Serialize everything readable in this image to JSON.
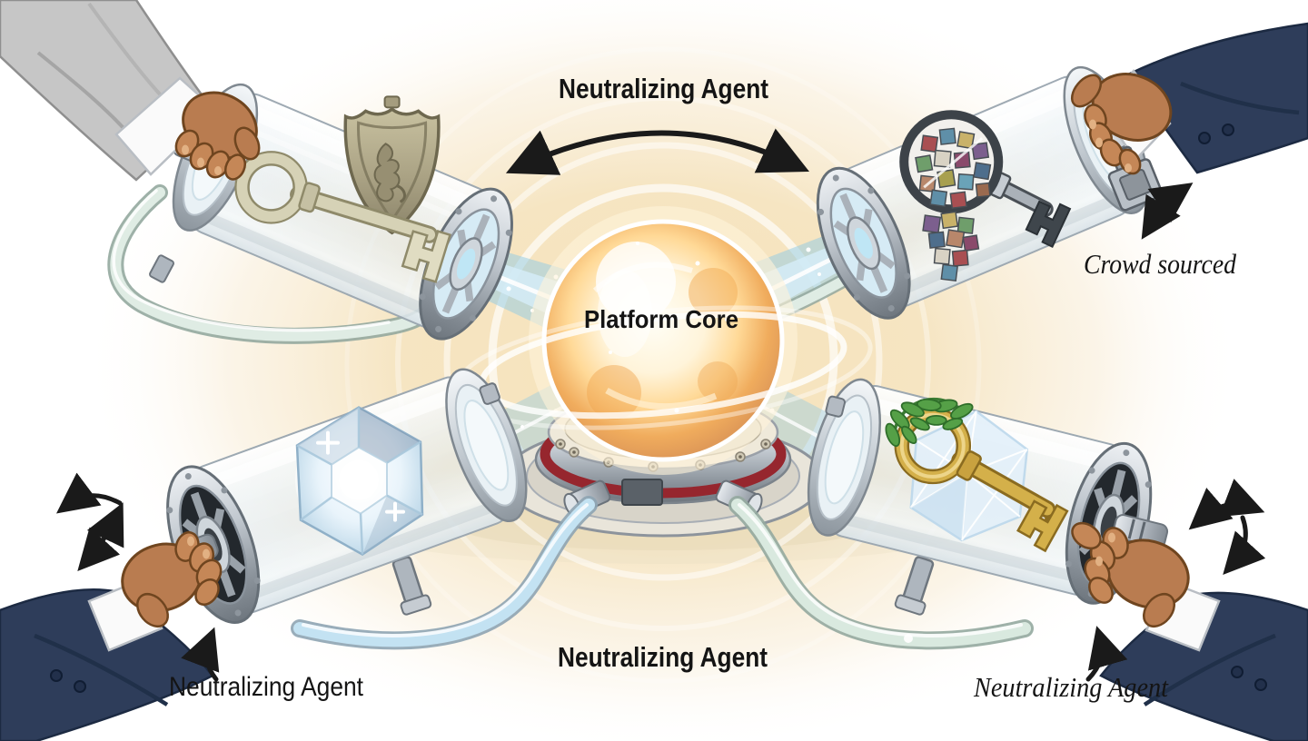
{
  "labels": {
    "top_center": "Neutralizing Agent",
    "core": "Platform Core",
    "crowd_sourced": "Crowd sourced",
    "bottom_left": "Neutralizing Agent",
    "bottom_center": "Neutralizing Agent",
    "bottom_right": "Neutralizing Agent"
  },
  "capsules": [
    {
      "position": "top-left",
      "content_icon": "shield-key-icon",
      "holder": "hand-in-gray-suit"
    },
    {
      "position": "top-right",
      "content_icon": "mosaic-cubes-key-icon",
      "holder": "hand-in-navy-suit",
      "annotation": "Crowd sourced"
    },
    {
      "position": "bottom-left",
      "content_icon": "diamond-crystal-icon",
      "holder": "hand-in-navy-suit",
      "annotation": "Neutralizing Agent"
    },
    {
      "position": "bottom-right",
      "content_icon": "laurel-gold-key-icon",
      "holder": "hand-in-navy-suit",
      "annotation": "Neutralizing Agent"
    }
  ],
  "colors": {
    "background": "#ffffff",
    "core_glow": "#f5e2bb",
    "orb_gold": "#eba75c",
    "beam_blue": "#9fd4ec",
    "tube_blue": "#c3e2f2",
    "tube_green": "#d9e9df",
    "metal": "#b7bec6",
    "navy_suit": "#2e3d5a",
    "gray_suit": "#c6c6c6",
    "skin": "#b97c50",
    "arrow": "#1a1a1a",
    "pedestal_red": "#96262e",
    "bronze_shield": "#b5ad8d",
    "gold_key": "#d4b04a",
    "laurel_green": "#4f9e45",
    "diamond_blue": "#cfe4f2"
  },
  "mosaic_cube_colors": [
    "#a94f52",
    "#5f8fa8",
    "#c9b26a",
    "#7c5f8e",
    "#b8876b",
    "#6f9e6b",
    "#d8d2c4",
    "#8a4a6b",
    "#4e6e8c",
    "#a8a04f",
    "#9a6a4f",
    "#6aa3b8"
  ]
}
